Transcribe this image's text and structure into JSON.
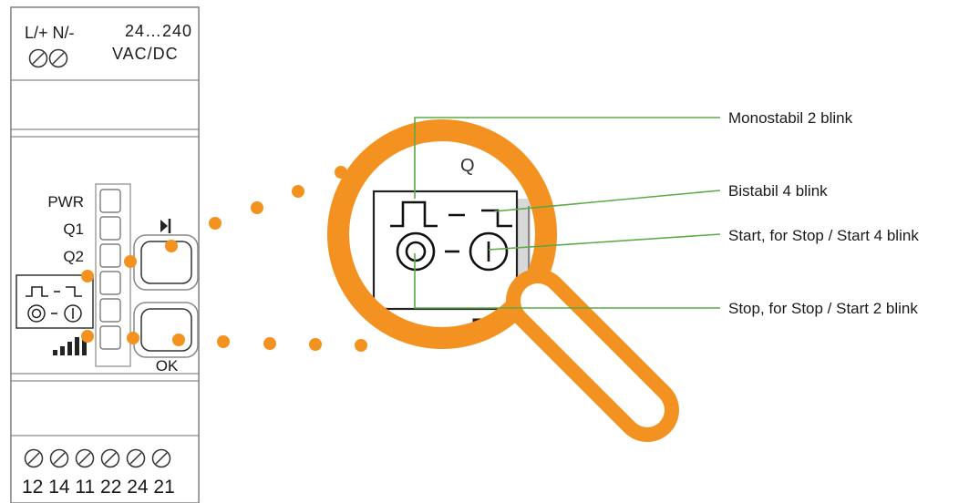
{
  "device": {
    "power_terminals": "L/+ N/-",
    "voltage_line1": "24…240",
    "voltage_line2": "VAC/DC",
    "led_labels": [
      "PWR",
      "Q1",
      "Q2"
    ],
    "play_symbol": "⏵",
    "ok_label": "OK",
    "bottom_terminals": "12 14 11 22 24 21",
    "signal_icon": "signal-bars-icon"
  },
  "callouts": [
    {
      "label": "Monostabil 2 blink"
    },
    {
      "label": "Bistabil 4 blink"
    },
    {
      "label": "Start, for Stop / Start 4 blink"
    },
    {
      "label": "Stop, for Stop / Start 2 blink"
    }
  ],
  "colors": {
    "accent_orange": "#f39220",
    "callout_green": "#5aaa46",
    "outline_gray": "#8a8a8a",
    "ink": "#1a1a1a"
  }
}
